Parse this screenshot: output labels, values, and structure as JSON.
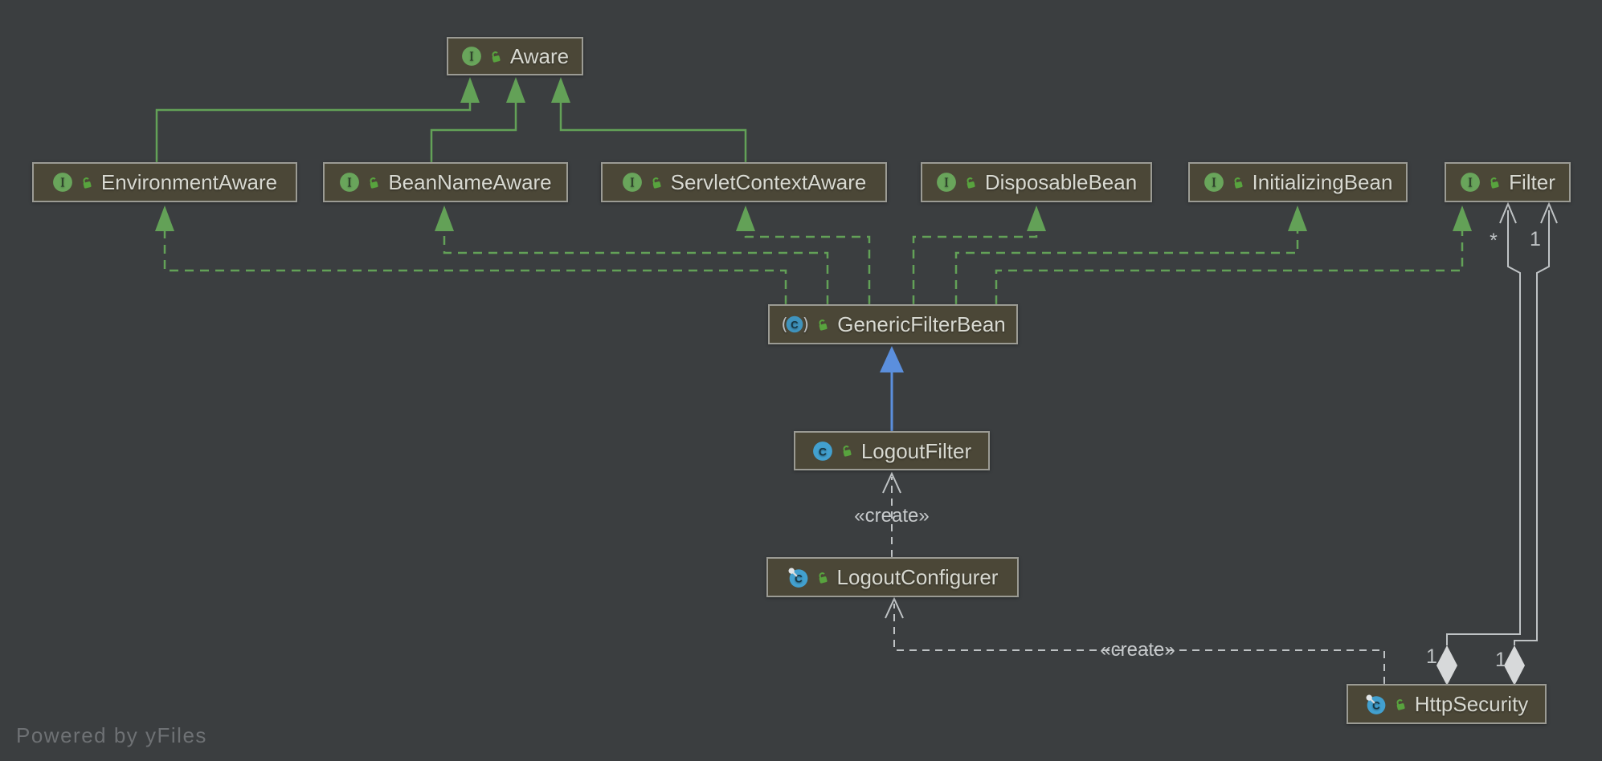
{
  "diagram": {
    "nodes": [
      {
        "id": "aware",
        "label": "Aware",
        "kind": "interface"
      },
      {
        "id": "environment-aware",
        "label": "EnvironmentAware",
        "kind": "interface"
      },
      {
        "id": "bean-name-aware",
        "label": "BeanNameAware",
        "kind": "interface"
      },
      {
        "id": "servlet-context-aware",
        "label": "ServletContextAware",
        "kind": "interface"
      },
      {
        "id": "disposable-bean",
        "label": "DisposableBean",
        "kind": "interface"
      },
      {
        "id": "initializing-bean",
        "label": "InitializingBean",
        "kind": "interface"
      },
      {
        "id": "filter",
        "label": "Filter",
        "kind": "interface"
      },
      {
        "id": "generic-filter-bean",
        "label": "GenericFilterBean",
        "kind": "abstract-class"
      },
      {
        "id": "logout-filter",
        "label": "LogoutFilter",
        "kind": "class"
      },
      {
        "id": "logout-configurer",
        "label": "LogoutConfigurer",
        "kind": "final-class"
      },
      {
        "id": "http-security",
        "label": "HttpSecurity",
        "kind": "final-class"
      }
    ],
    "edges": [
      {
        "from": "EnvironmentAware",
        "to": "Aware",
        "type": "extends"
      },
      {
        "from": "BeanNameAware",
        "to": "Aware",
        "type": "extends"
      },
      {
        "from": "ServletContextAware",
        "to": "Aware",
        "type": "extends"
      },
      {
        "from": "GenericFilterBean",
        "to": "EnvironmentAware",
        "type": "implements"
      },
      {
        "from": "GenericFilterBean",
        "to": "BeanNameAware",
        "type": "implements"
      },
      {
        "from": "GenericFilterBean",
        "to": "ServletContextAware",
        "type": "implements"
      },
      {
        "from": "GenericFilterBean",
        "to": "DisposableBean",
        "type": "implements"
      },
      {
        "from": "GenericFilterBean",
        "to": "InitializingBean",
        "type": "implements"
      },
      {
        "from": "GenericFilterBean",
        "to": "Filter",
        "type": "implements"
      },
      {
        "from": "LogoutFilter",
        "to": "GenericFilterBean",
        "type": "extends"
      },
      {
        "from": "LogoutConfigurer",
        "to": "LogoutFilter",
        "type": "create",
        "label": "«create»"
      },
      {
        "from": "HttpSecurity",
        "to": "LogoutConfigurer",
        "type": "create",
        "label": "«create»"
      },
      {
        "from": "HttpSecurity",
        "to": "Filter",
        "type": "aggregation",
        "source_label": "1",
        "target_label": "*"
      },
      {
        "from": "HttpSecurity",
        "to": "Filter",
        "type": "aggregation",
        "source_label": "1",
        "target_label": "1"
      }
    ],
    "footer": {
      "powered_by": "Powered by yFiles"
    }
  },
  "theme": {
    "bg": "#3b3e40",
    "node_bg": "#4b4737",
    "node_border": "#9b9b94",
    "node_text": "#d8d9d1",
    "green": "#63a157",
    "blue": "#5b8fdd",
    "gray_edge": "#bfc3c5",
    "diamond": "#d7d9da",
    "iface_icon": "#69a55b",
    "class_icon": "#42a0cf",
    "lock_icon": "#58a33e",
    "footer_text": "#6e7174",
    "create_text": "#c6c9cb"
  }
}
